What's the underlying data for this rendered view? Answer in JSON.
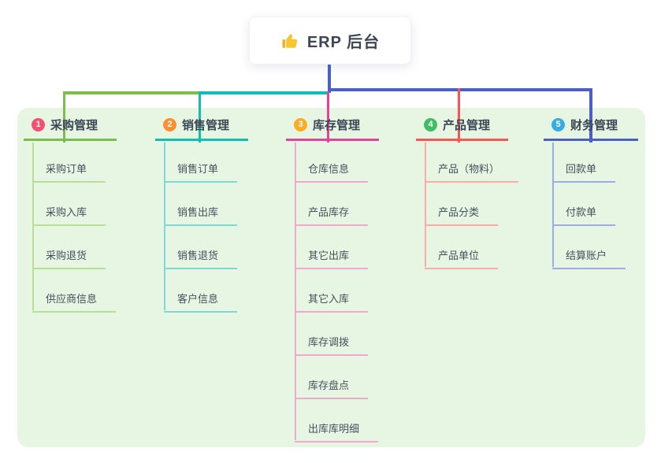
{
  "root": {
    "title": "ERP 后台",
    "icon": "thumbs-up-icon",
    "icon_color": "#f7c531",
    "trunk_color": "#4a5fc8"
  },
  "panel": {
    "background": "#e7f6e2"
  },
  "branches": [
    {
      "badge": "1",
      "badge_color": "#f25171",
      "label": "采购管理",
      "line_color": "#7cbe4e",
      "sub_line_color": "#b7df95",
      "items": [
        "采购订单",
        "采购入库",
        "采购退货",
        "供应商信息"
      ]
    },
    {
      "badge": "2",
      "badge_color": "#fd8f33",
      "label": "销售管理",
      "line_color": "#11bfb2",
      "sub_line_color": "#7ed9d0",
      "items": [
        "销售订单",
        "销售出库",
        "销售退货",
        "客户信息"
      ]
    },
    {
      "badge": "3",
      "badge_color": "#fcad27",
      "label": "库存管理",
      "line_color": "#e0459b",
      "sub_line_color": "#f3a6ce",
      "items": [
        "仓库信息",
        "产品库存",
        "其它出库",
        "其它入库",
        "库存调拨",
        "库存盘点",
        "出库库明细"
      ]
    },
    {
      "badge": "4",
      "badge_color": "#3fbe66",
      "label": "产品管理",
      "line_color": "#f95456",
      "sub_line_color": "#fbaba8",
      "items": [
        "产品（物料）",
        "产品分类",
        "产品单位"
      ]
    },
    {
      "badge": "5",
      "badge_color": "#38ade3",
      "label": "财务管理",
      "line_color": "#4a5fc8",
      "sub_line_color": "#9eabe4",
      "items": [
        "回款单",
        "付款单",
        "结算账户"
      ]
    }
  ]
}
